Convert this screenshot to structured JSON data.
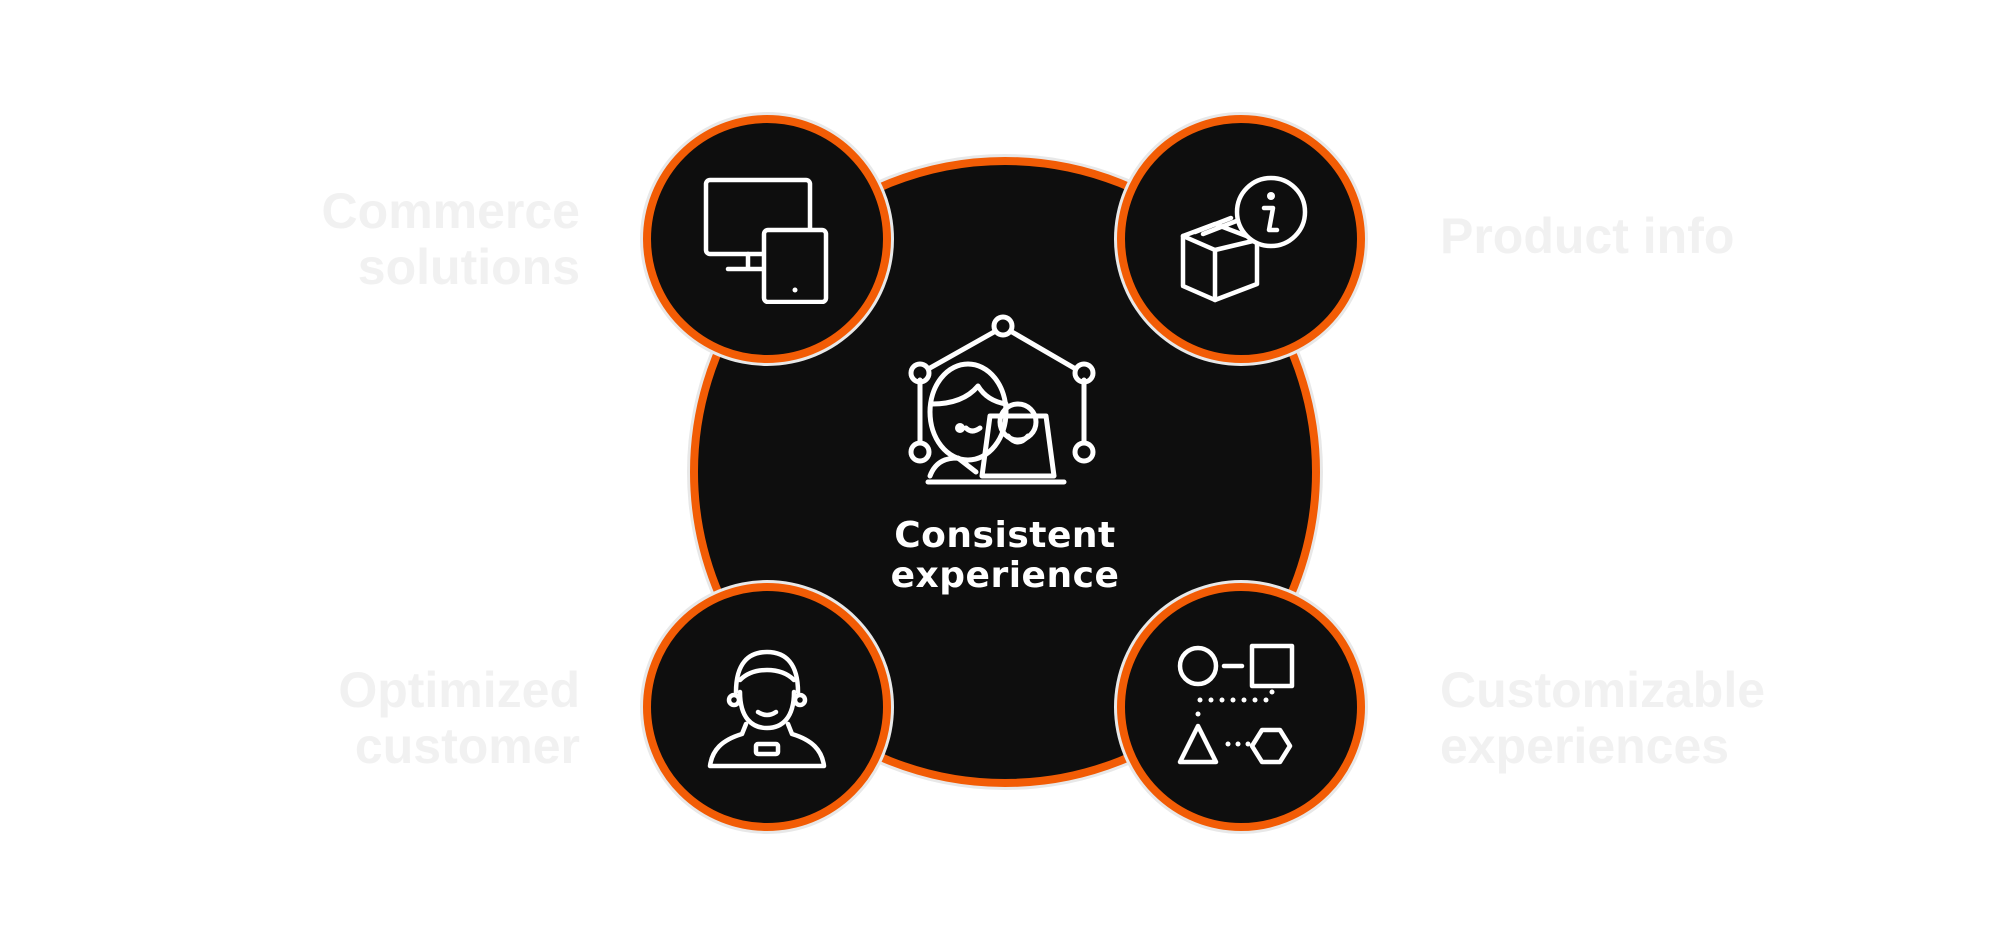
{
  "center": {
    "label_line1": "Consistent",
    "label_line2": "experience",
    "icon": "user-network-icon"
  },
  "satellites": [
    {
      "id": "tl",
      "icon": "devices-icon",
      "label_line1": "Commerce",
      "label_line2": "solutions"
    },
    {
      "id": "tr",
      "icon": "product-info-icon",
      "label_line1": "Product info",
      "label_line2": ""
    },
    {
      "id": "bl",
      "icon": "customer-support-icon",
      "label_line1": "Optimized",
      "label_line2": "customer"
    },
    {
      "id": "br",
      "icon": "shapes-workflow-icon",
      "label_line1": "Customizable",
      "label_line2": "experiences"
    }
  ],
  "colors": {
    "accent": "#f25c05",
    "circle_fill": "#0e0e0e",
    "icon_stroke": "#ffffff",
    "faint_text": "#f1f1f1"
  }
}
